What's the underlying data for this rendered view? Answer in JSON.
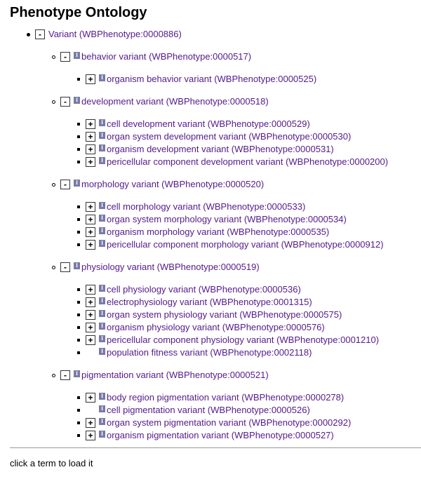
{
  "title": "Phenotype Ontology",
  "footer": "click a term to load it",
  "icons": {
    "info": "I",
    "expanded": "-",
    "collapsed": "+"
  },
  "tree": [
    {
      "label": "Variant (WBPhenotype:0000886)",
      "state": "expanded",
      "info": false,
      "children": [
        {
          "label": "behavior variant (WBPhenotype:0000517)",
          "state": "expanded",
          "children": [
            {
              "label": "organism behavior variant (WBPhenotype:0000525)",
              "state": "collapsed"
            }
          ]
        },
        {
          "label": "development variant (WBPhenotype:0000518)",
          "state": "expanded",
          "children": [
            {
              "label": "cell development variant (WBPhenotype:0000529)",
              "state": "collapsed"
            },
            {
              "label": "organ system development variant (WBPhenotype:0000530)",
              "state": "collapsed"
            },
            {
              "label": "organism development variant (WBPhenotype:0000531)",
              "state": "collapsed"
            },
            {
              "label": "pericellular component development variant (WBPhenotype:0000200)",
              "state": "collapsed"
            }
          ]
        },
        {
          "label": "morphology variant (WBPhenotype:0000520)",
          "state": "expanded",
          "children": [
            {
              "label": "cell morphology variant (WBPhenotype:0000533)",
              "state": "collapsed"
            },
            {
              "label": "organ system morphology variant (WBPhenotype:0000534)",
              "state": "collapsed"
            },
            {
              "label": "organism morphology variant (WBPhenotype:0000535)",
              "state": "collapsed"
            },
            {
              "label": "pericellular component morphology variant (WBPhenotype:0000912)",
              "state": "collapsed"
            }
          ]
        },
        {
          "label": "physiology variant (WBPhenotype:0000519)",
          "state": "expanded",
          "children": [
            {
              "label": "cell physiology variant (WBPhenotype:0000536)",
              "state": "collapsed"
            },
            {
              "label": "electrophysiology variant (WBPhenotype:0001315)",
              "state": "collapsed"
            },
            {
              "label": "organ system physiology variant (WBPhenotype:0000575)",
              "state": "collapsed"
            },
            {
              "label": "organism physiology variant (WBPhenotype:0000576)",
              "state": "collapsed"
            },
            {
              "label": "pericellular component physiology variant (WBPhenotype:0001210)",
              "state": "collapsed"
            },
            {
              "label": "population fitness variant (WBPhenotype:0002118)",
              "state": "leaf"
            }
          ]
        },
        {
          "label": "pigmentation variant (WBPhenotype:0000521)",
          "state": "expanded",
          "children": [
            {
              "label": "body region pigmentation variant (WBPhenotype:0000278)",
              "state": "collapsed"
            },
            {
              "label": "cell pigmentation variant (WBPhenotype:0000526)",
              "state": "leaf"
            },
            {
              "label": "organ system pigmentation variant (WBPhenotype:0000292)",
              "state": "collapsed"
            },
            {
              "label": "organism pigmentation variant (WBPhenotype:0000527)",
              "state": "collapsed"
            }
          ]
        }
      ]
    }
  ]
}
